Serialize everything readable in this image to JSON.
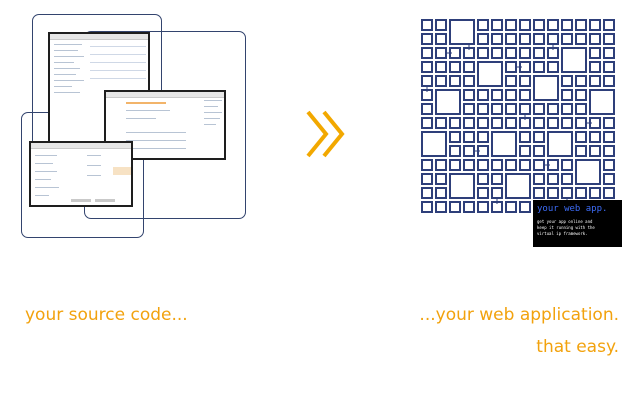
{
  "captions": {
    "left": "your source code...",
    "right_line1": "...your web application.",
    "right_line2": "that easy."
  },
  "terminal": {
    "title": "your web app.",
    "lines": [
      "get your app online and",
      "keep it running with the",
      "virtual ip framework."
    ]
  },
  "icons": {
    "arrow": "double-chevron-right-icon",
    "grid": "maze-grid-icon"
  },
  "colors": {
    "caption": "#f2a20d",
    "arrow": "#f2a800",
    "frame": "#33446e",
    "grid": "#2e3f7a",
    "terminal_bg": "#000000",
    "terminal_title": "#3d6cf7"
  }
}
